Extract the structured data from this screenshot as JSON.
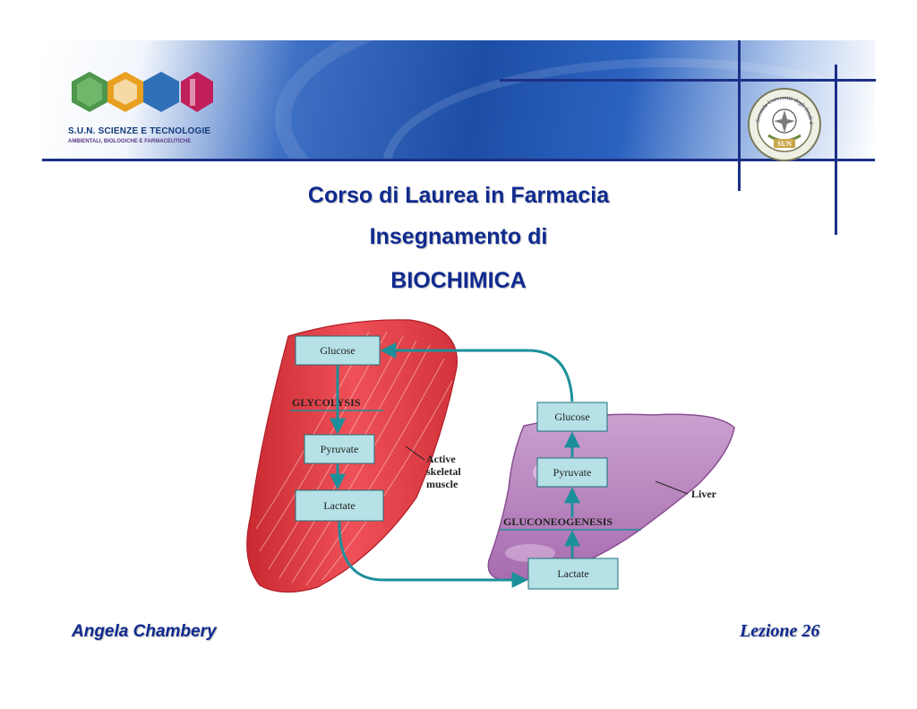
{
  "header": {
    "logo": {
      "line1": "S.U.N. SCIENZE E TECNOLOGIE",
      "line2": "AMBIENTALI, BIOLOGICHE E FARMACEUTICHE",
      "colors": [
        "#3b8c3a",
        "#e8a020",
        "#c01f5a"
      ]
    },
    "seal": {
      "ring_text": "Seconda Università degli Studi di Napoli",
      "center_text": "SUN"
    }
  },
  "titles": {
    "course": "Corso di Laurea in Farmacia",
    "teaching": "Insegnamento di",
    "subject": "BIOCHIMICA"
  },
  "diagram": {
    "muscle": {
      "label_lines": [
        "Active",
        "skeletal",
        "muscle"
      ],
      "boxes": [
        "Glucose",
        "Pyruvate",
        "Lactate"
      ],
      "process": "GLYCOLYSIS"
    },
    "liver": {
      "label": "Liver",
      "boxes": [
        "Glucose",
        "Pyruvate",
        "Lactate"
      ],
      "process": "GLUCONEOGENESIS"
    },
    "colors": {
      "box": "#b6e1e6",
      "arrow": "#1d8f9a",
      "muscle": "#e5363f",
      "liver": "#b27ab8"
    }
  },
  "footer": {
    "author": "Angela Chambery",
    "lesson": "Lezione 26"
  }
}
